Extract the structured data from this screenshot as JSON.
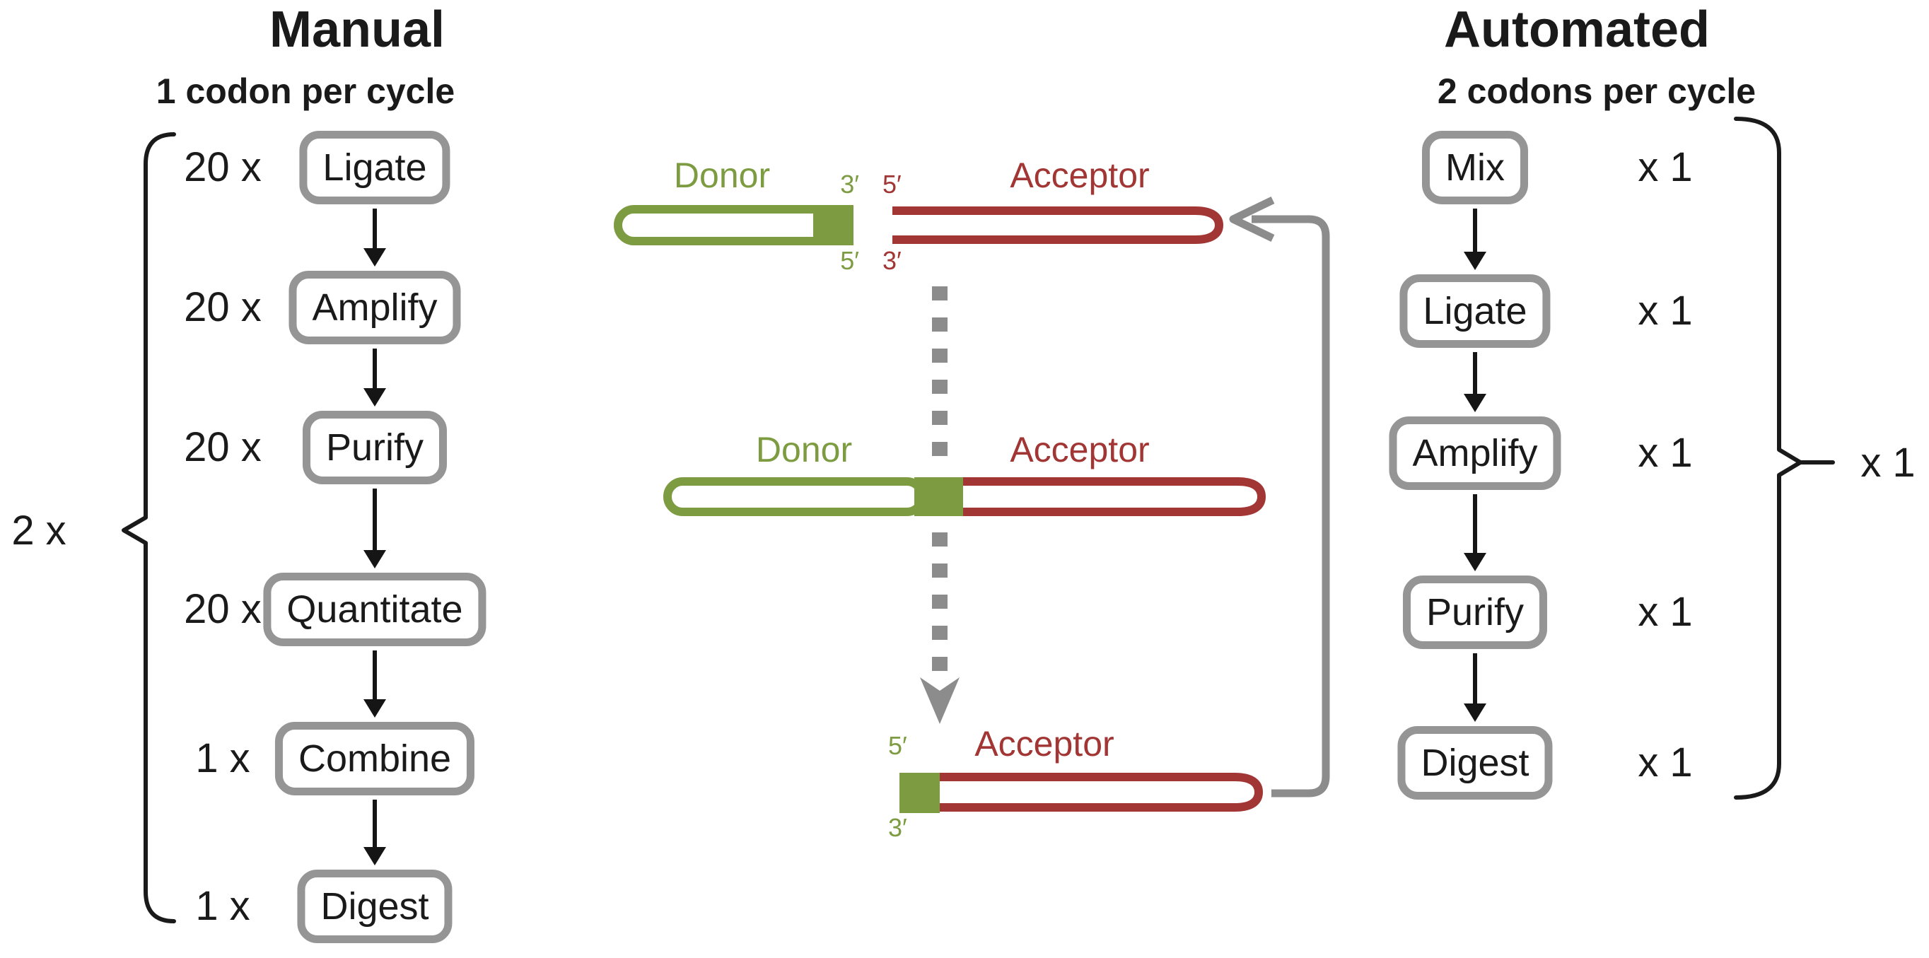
{
  "figure": {
    "manual": {
      "title": "Manual",
      "subtitle": "1 codon per cycle",
      "cycle_label": "2 x",
      "steps": [
        {
          "count": "20 x",
          "label": "Ligate"
        },
        {
          "count": "20 x",
          "label": "Amplify"
        },
        {
          "count": "20 x",
          "label": "Purify"
        },
        {
          "count": "20 x",
          "label": "Quantitate"
        },
        {
          "count": "1 x",
          "label": "Combine"
        },
        {
          "count": "1 x",
          "label": "Digest"
        }
      ]
    },
    "automated": {
      "title": "Automated",
      "subtitle": "2 codons per cycle",
      "cycle_label": "x 1",
      "steps": [
        {
          "label": "Mix",
          "count": "x 1"
        },
        {
          "label": "Ligate",
          "count": "x 1"
        },
        {
          "label": "Amplify",
          "count": "x 1"
        },
        {
          "label": "Purify",
          "count": "x 1"
        },
        {
          "label": "Digest",
          "count": "x 1"
        }
      ]
    },
    "dna": {
      "top_donor_label": "Donor",
      "top_acceptor_label": "Acceptor",
      "mid_donor_label": "Donor",
      "mid_acceptor_label": "Acceptor",
      "bottom_acceptor_label": "Acceptor",
      "top_donor_3prime": "3′",
      "top_donor_5prime": "5′",
      "top_acceptor_5prime": "5′",
      "top_acceptor_3prime": "3′",
      "bottom_5prime": "5′",
      "bottom_3prime": "3′"
    },
    "colors": {
      "donor_green": "#7D9C42",
      "acceptor_red": "#A13634",
      "neutral_gray": "#8C8C8C",
      "box_border_gray": "#959595"
    }
  }
}
